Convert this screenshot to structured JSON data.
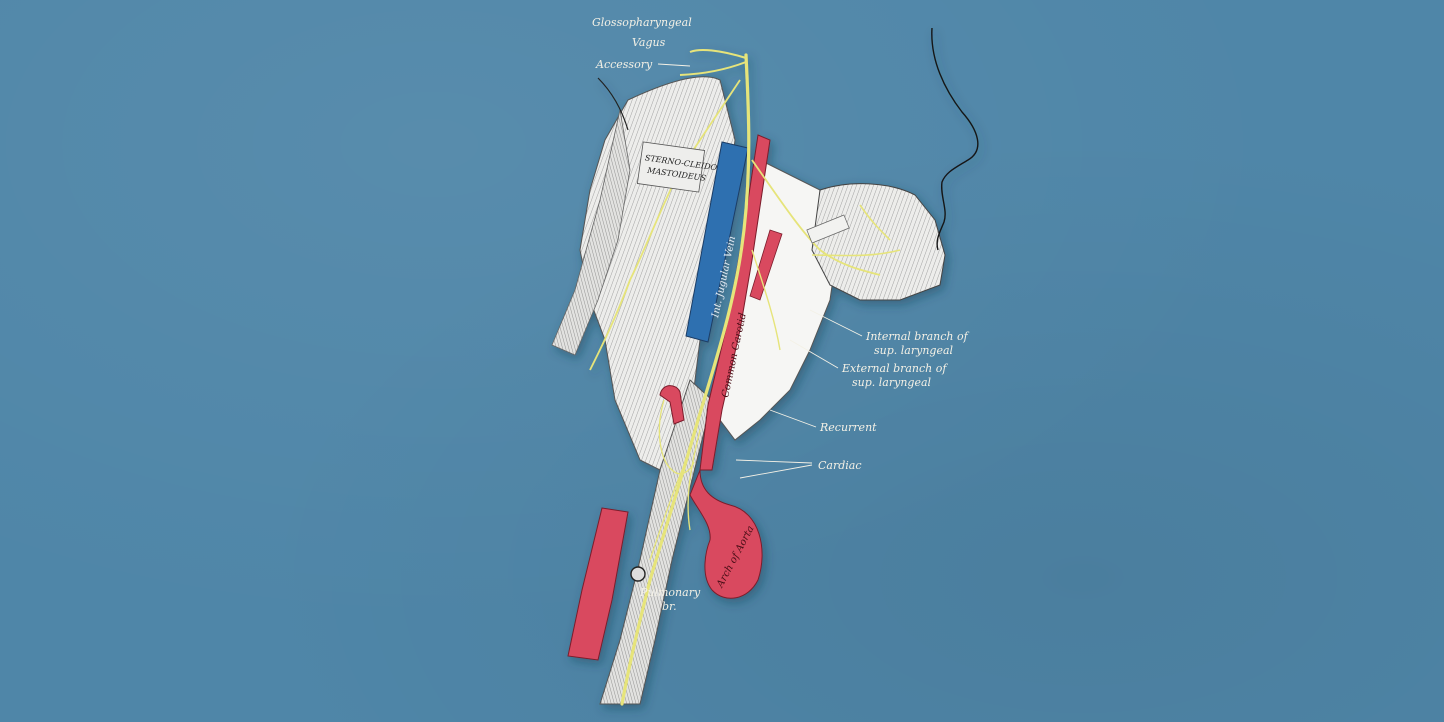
{
  "labels": {
    "glossopharyngeal": "Glossopharyngeal",
    "vagus": "Vagus",
    "accessory": "Accessory",
    "sternocleido": "STERNO-CLEIDO",
    "mastoideus": "MASTOIDEUS",
    "int_jugular_vein": "Int. Jugular Vein",
    "common_carotid": "Common Carotid",
    "internal_branch_1": "Internal branch of",
    "internal_branch_2": "sup. laryngeal",
    "external_branch_1": "External branch of",
    "external_branch_2": "sup. laryngeal",
    "recurrent": "Recurrent",
    "cardiac": "Cardiac",
    "pulmonary_1": "Pulmonary",
    "pulmonary_2": "br.",
    "arch_of_aorta": "Arch of Aorta"
  },
  "colors": {
    "background": "#4f86a8",
    "nerve": "#e6e47a",
    "artery": "#d9485f",
    "vein": "#2f6fb0",
    "muscle": "#e8e8e6",
    "label": "#f4f1e6"
  }
}
